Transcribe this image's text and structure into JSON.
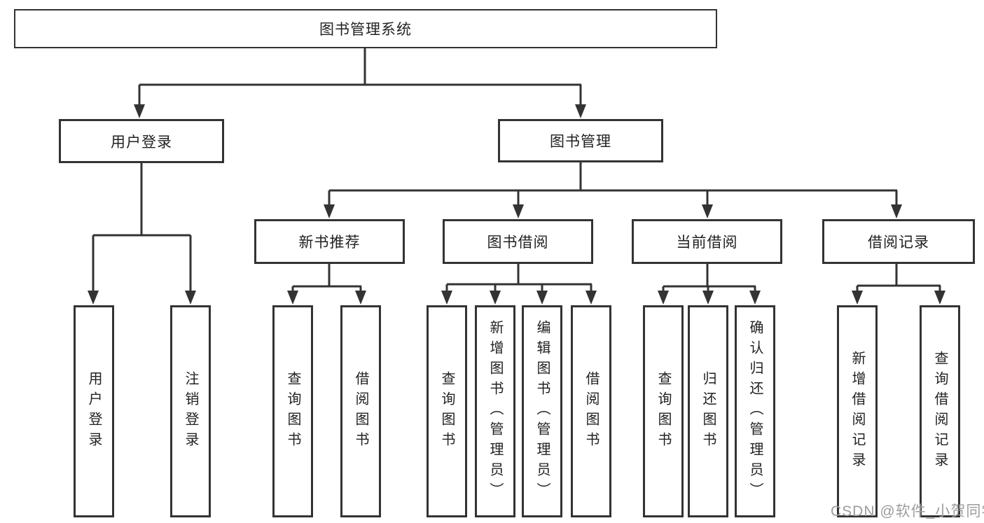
{
  "tree": {
    "root": {
      "label": "图书管理系统",
      "children": [
        {
          "label": "用户登录",
          "children": [
            {
              "label": "用户登录"
            },
            {
              "label": "注销登录"
            }
          ]
        },
        {
          "label": "图书管理",
          "children": [
            {
              "label": "新书推荐",
              "children": [
                {
                  "label": "查询图书"
                },
                {
                  "label": "借阅图书"
                }
              ]
            },
            {
              "label": "图书借阅",
              "children": [
                {
                  "label": "查询图书"
                },
                {
                  "label": "新增图书（管理员）"
                },
                {
                  "label": "编辑图书（管理员）"
                },
                {
                  "label": "借阅图书"
                }
              ]
            },
            {
              "label": "当前借阅",
              "children": [
                {
                  "label": "查询图书"
                },
                {
                  "label": "归还图书"
                },
                {
                  "label": "确认归还（管理员）"
                }
              ]
            },
            {
              "label": "借阅记录",
              "children": [
                {
                  "label": "新增借阅记录"
                },
                {
                  "label": "查询借阅记录"
                }
              ]
            }
          ]
        }
      ]
    }
  },
  "watermark": {
    "text": "CSDN @软件_小贺同学",
    "color": "#9d9d9d"
  },
  "colors": {
    "line": "#333333",
    "box_border": "#333333",
    "text": "#222222",
    "background": "#ffffff"
  }
}
